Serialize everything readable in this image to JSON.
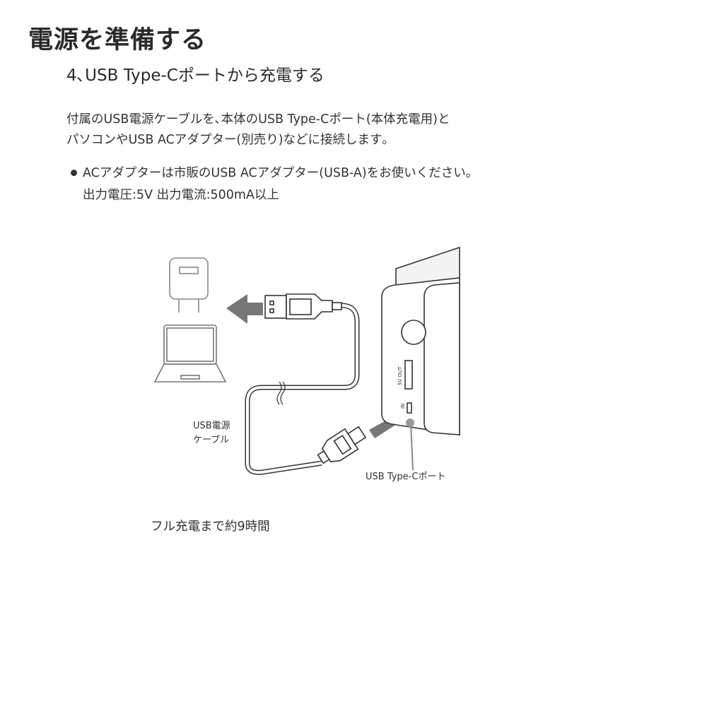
{
  "title": "電源を準備する",
  "subtitle": "4､USB Type-Cポートから充電する",
  "body": [
    "付属のUSB電源ケーブルを､本体のUSB Type-Cポート(本体充電用)と",
    "パソコンやUSB ACアダプター(別売り)などに接続します｡"
  ],
  "note": [
    "ACアダプターは市販のUSB ACアダプター(USB-A)をお使いください｡",
    "出力電圧:5V 出力電流:500mA以上"
  ],
  "illustration": {
    "cable_label_1": "USB電源",
    "cable_label_2": "ケーブル",
    "port_label": "USB Type-Cポート",
    "out_label": "5V OUT",
    "in_label": "IN"
  },
  "caption": "フル充電まで約9時間"
}
